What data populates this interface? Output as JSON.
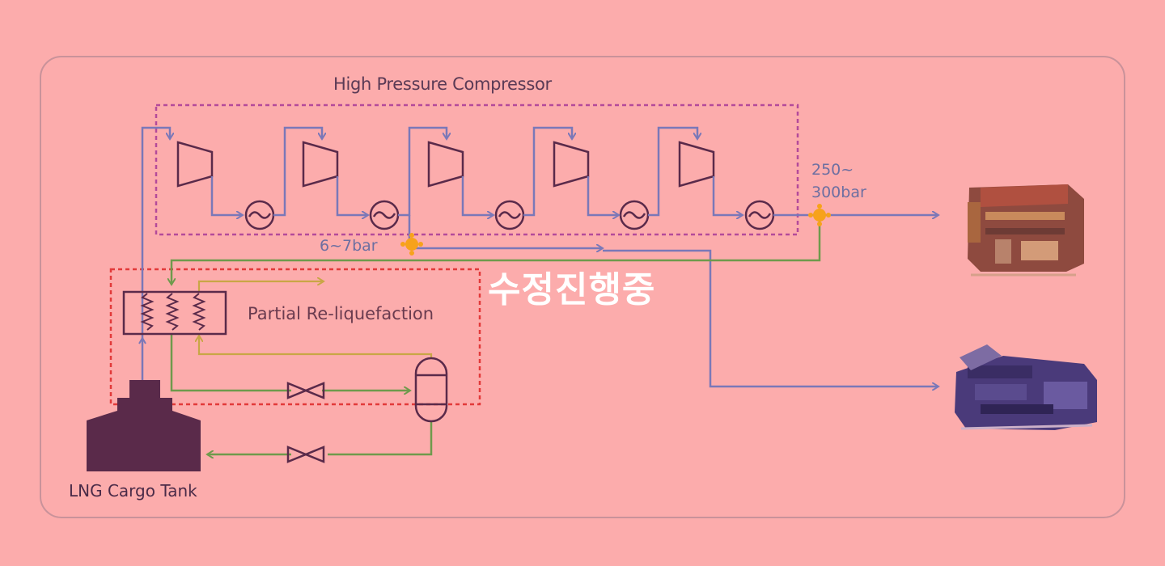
{
  "labels": {
    "compressor_title": "High Pressure Compressor",
    "high_pressure_1": "250~",
    "high_pressure_2": "300bar",
    "low_pressure": "6~7bar",
    "reliquefaction": "Partial Re-liquefaction",
    "cargo_tank": "LNG Cargo Tank",
    "overlay_text": "수정진행중"
  },
  "colors": {
    "background": "#fcacac",
    "gas_line": "#7a78b8",
    "liquid_line": "#6f9a4c",
    "return_line": "#c9a646",
    "equipment": "#5a2a4a",
    "compressor_box": "#b44a9a",
    "reliq_box": "#e23a3a",
    "junction": "#f7a21b"
  }
}
